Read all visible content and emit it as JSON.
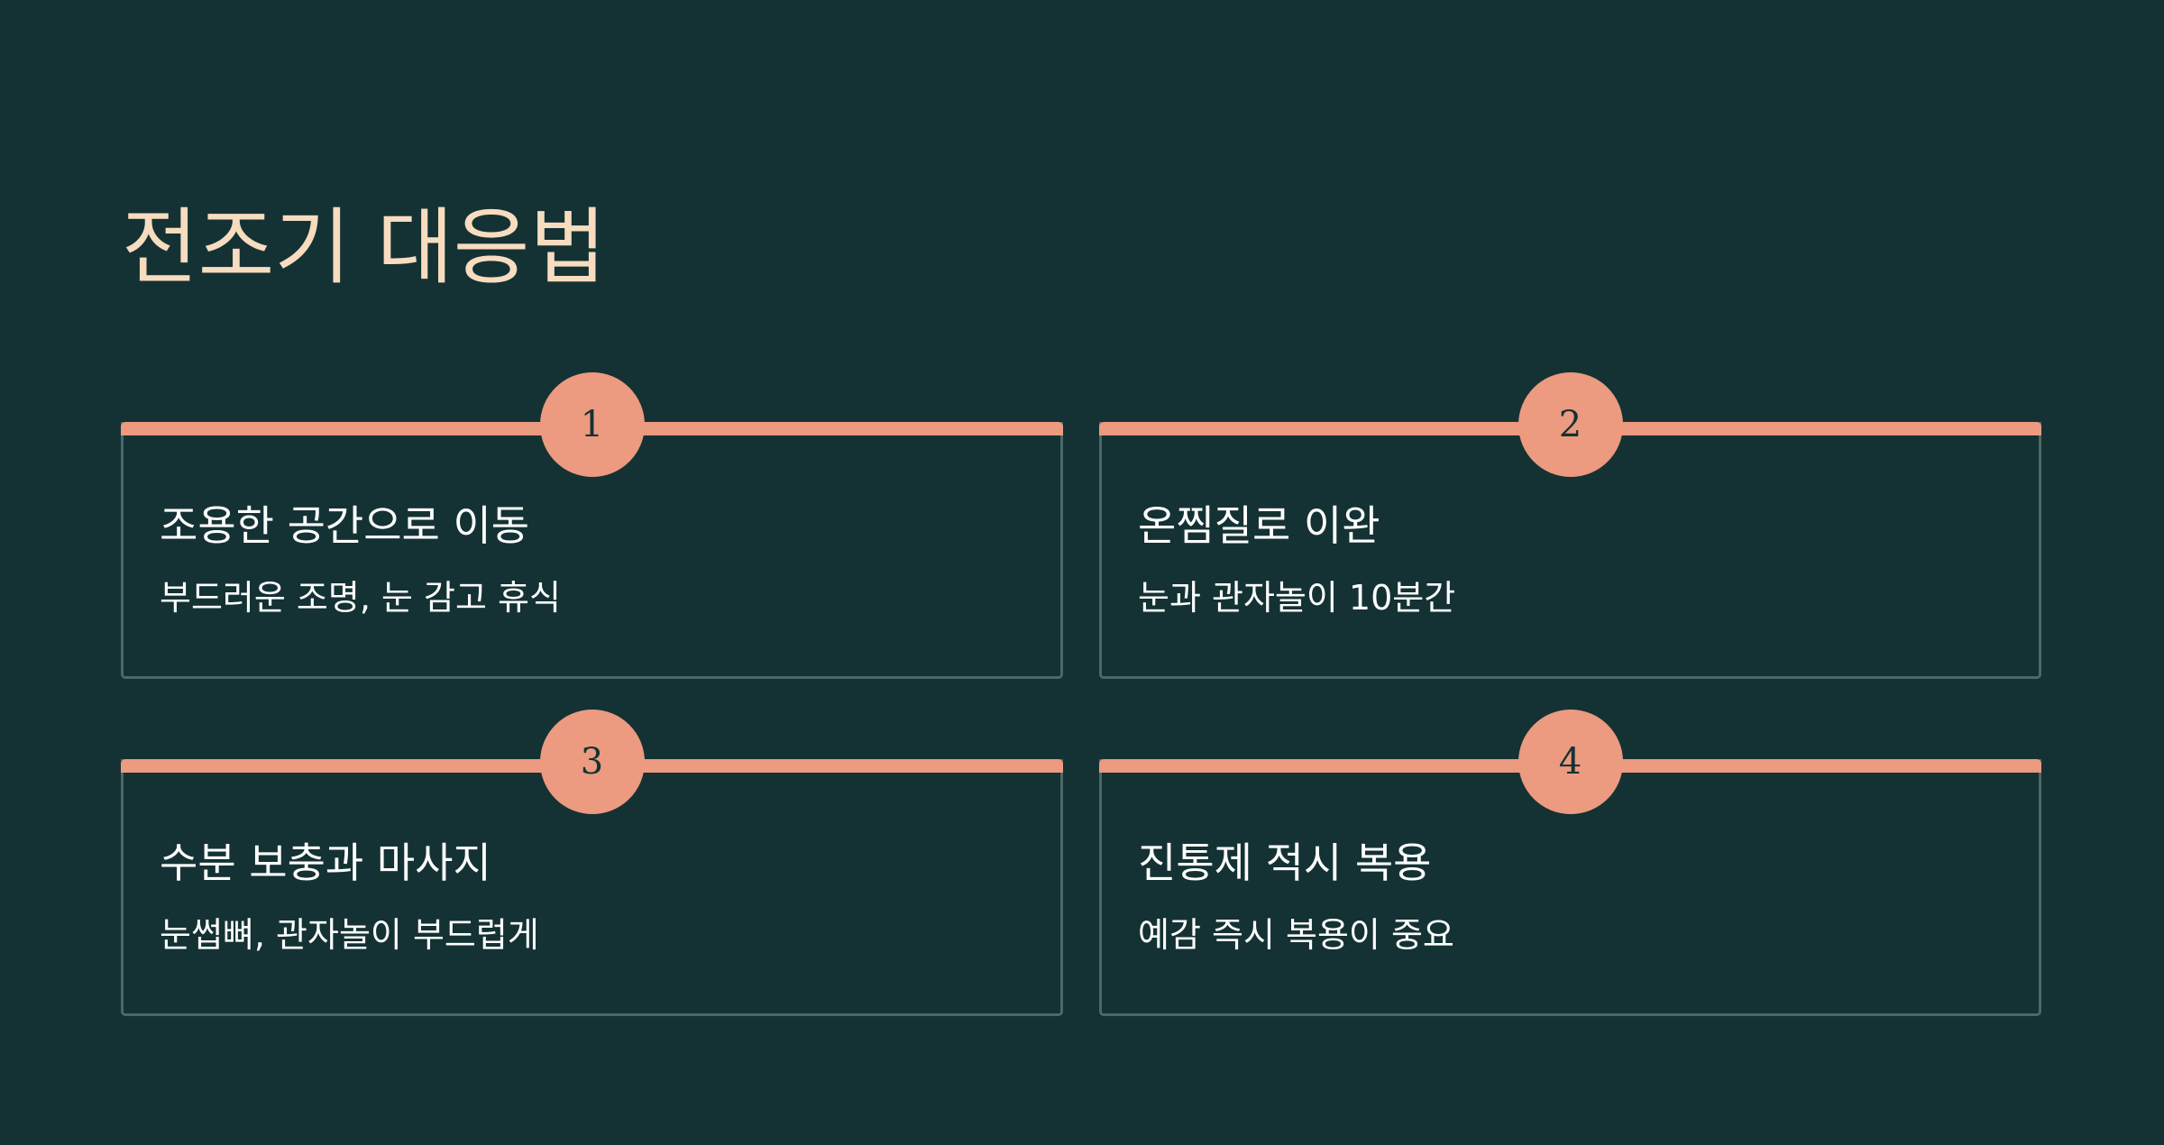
{
  "title": "전조기 대응법",
  "colors": {
    "background": "#143233",
    "title": "#f7dcc0",
    "accent": "#ec9a80",
    "card_border": "#4c6868",
    "text": "#ffffff"
  },
  "cards": [
    {
      "number": "1",
      "heading": "조용한 공간으로 이동",
      "description": "부드러운 조명, 눈 감고 휴식"
    },
    {
      "number": "2",
      "heading": "온찜질로 이완",
      "description": "눈과 관자놀이 10분간"
    },
    {
      "number": "3",
      "heading": "수분 보충과 마사지",
      "description": "눈썹뼈, 관자놀이 부드럽게"
    },
    {
      "number": "4",
      "heading": "진통제 적시 복용",
      "description": "예감 즉시 복용이 중요"
    }
  ]
}
